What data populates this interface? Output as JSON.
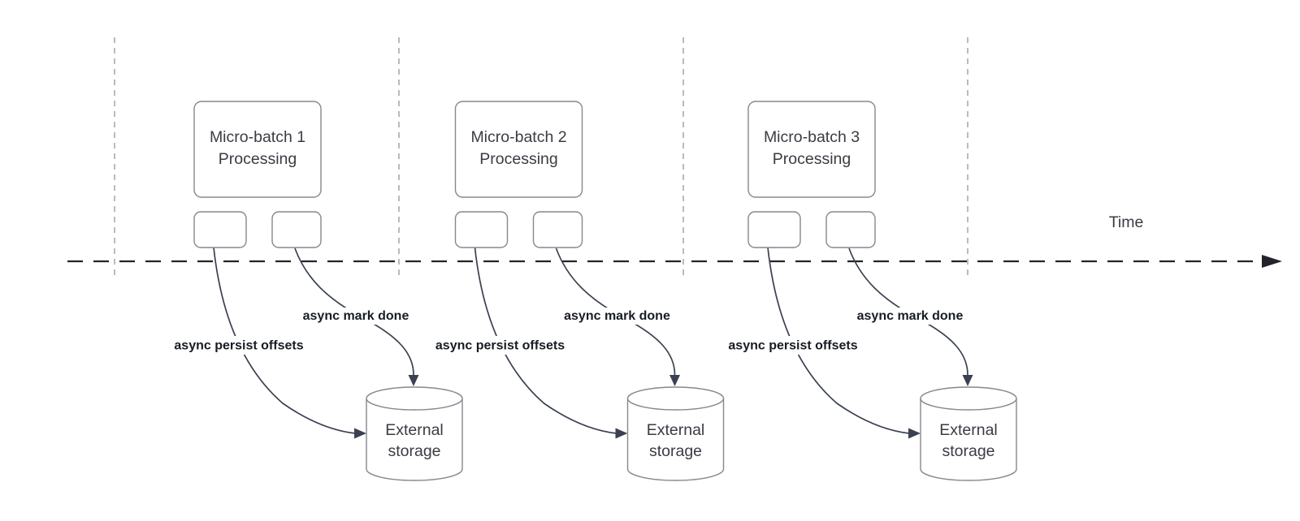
{
  "diagram": {
    "timeline_label": "Time",
    "groups": [
      {
        "box_label_line1": "Micro-batch 1",
        "box_label_line2": "Processing",
        "persist_label": "async persist offsets",
        "mark_done_label": "async mark done",
        "storage_label_line1": "External",
        "storage_label_line2": "storage"
      },
      {
        "box_label_line1": "Micro-batch 2",
        "box_label_line2": "Processing",
        "persist_label": "async persist offsets",
        "mark_done_label": "async mark done",
        "storage_label_line1": "External",
        "storage_label_line2": "storage"
      },
      {
        "box_label_line1": "Micro-batch 3",
        "box_label_line2": "Processing",
        "persist_label": "async persist offsets",
        "mark_done_label": "async mark done",
        "storage_label_line1": "External",
        "storage_label_line2": "storage"
      }
    ],
    "colors": {
      "flow_line": "#3a4150",
      "shape_border": "#87878f",
      "guide_line": "#aeaeb4",
      "timeline": "#23232b",
      "text": "#3b3b44",
      "label_text": "#181c24",
      "background": "#ffffff"
    }
  }
}
